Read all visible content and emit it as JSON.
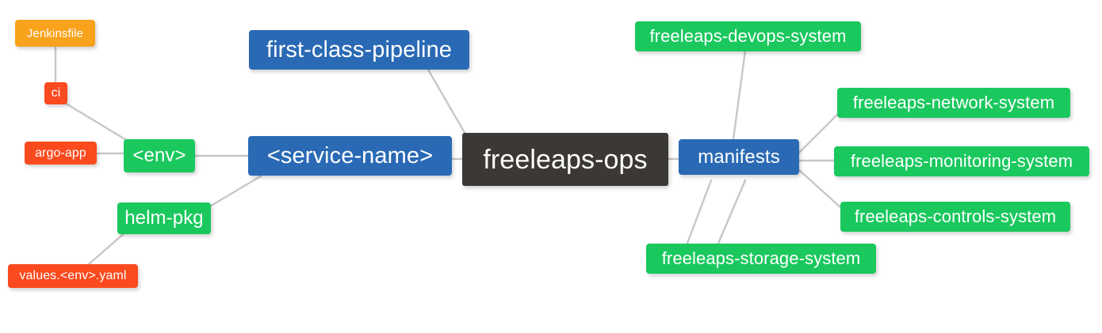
{
  "diagram": {
    "type": "mindmap",
    "title": "freeleaps-ops",
    "background": "#ffffff",
    "edge_color": "#c7c7c7"
  },
  "palette": {
    "root": "#3b3835",
    "blue": "#2a6ab5",
    "green": "#1ac85e",
    "red": "#fb4a1e",
    "orange": "#f9a21b",
    "text": "#ffffff"
  },
  "nodes": {
    "root": {
      "label": "freeleaps-ops",
      "color": "#3b3835"
    },
    "first_class_pipeline": {
      "label": "first-class-pipeline",
      "color": "#2a6ab5"
    },
    "service_name": {
      "label": "<service-name>",
      "color": "#2a6ab5"
    },
    "manifests": {
      "label": "manifests",
      "color": "#2a6ab5"
    },
    "env": {
      "label": "<env>",
      "color": "#1ac85e"
    },
    "helm_pkg": {
      "label": "helm-pkg",
      "color": "#1ac85e"
    },
    "ci": {
      "label": "ci",
      "color": "#fb4a1e"
    },
    "argo_app": {
      "label": "argo-app",
      "color": "#fb4a1e"
    },
    "values_yaml": {
      "label": "values.<env>.yaml",
      "color": "#fb4a1e"
    },
    "jenkinsfile": {
      "label": "Jenkinsfile",
      "color": "#f9a21b"
    },
    "devops_system": {
      "label": "freeleaps-devops-system",
      "color": "#1ac85e"
    },
    "network_system": {
      "label": "freeleaps-network-system",
      "color": "#1ac85e"
    },
    "monitoring_system": {
      "label": "freeleaps-monitoring-system",
      "color": "#1ac85e"
    },
    "controls_system": {
      "label": "freeleaps-controls-system",
      "color": "#1ac85e"
    },
    "storage_system": {
      "label": "freeleaps-storage-system",
      "color": "#1ac85e"
    }
  },
  "edges": [
    {
      "from": "root",
      "to": "first_class_pipeline"
    },
    {
      "from": "root",
      "to": "service_name"
    },
    {
      "from": "root",
      "to": "manifests"
    },
    {
      "from": "service_name",
      "to": "env"
    },
    {
      "from": "service_name",
      "to": "helm_pkg"
    },
    {
      "from": "env",
      "to": "ci"
    },
    {
      "from": "env",
      "to": "argo_app"
    },
    {
      "from": "ci",
      "to": "jenkinsfile"
    },
    {
      "from": "helm_pkg",
      "to": "values_yaml"
    },
    {
      "from": "manifests",
      "to": "devops_system"
    },
    {
      "from": "manifests",
      "to": "network_system"
    },
    {
      "from": "manifests",
      "to": "monitoring_system"
    },
    {
      "from": "manifests",
      "to": "controls_system"
    },
    {
      "from": "manifests",
      "to": "storage_system"
    }
  ]
}
